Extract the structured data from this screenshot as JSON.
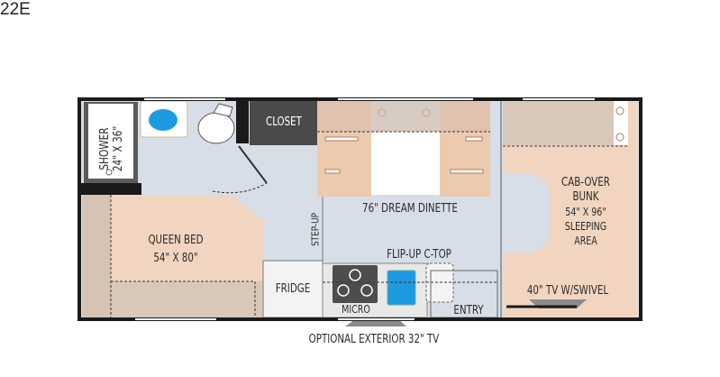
{
  "model": "22E",
  "rooms": {
    "shower": "SHOWER",
    "shower_size": "24\" X 36\"",
    "closet": "CLOSET",
    "queen_bed": "QUEEN BED",
    "queen_bed_size": "54\" X 80\"",
    "step_up": "STEP-UP",
    "dinette": "76\" DREAM DINETTE",
    "fridge": "FRIDGE",
    "micro": "MICRO",
    "flip_up": "FLIP-UP C-TOP",
    "entry": "ENTRY",
    "cab_over_1": "CAB-OVER",
    "cab_over_2": "BUNK",
    "cab_over_size": "54\" X 96\"",
    "cab_over_3": "SLEEPING",
    "cab_over_4": "AREA",
    "tv": "40\" TV W/SWIVEL",
    "exterior_tv": "OPTIONAL EXTERIOR 32\" TV"
  },
  "colors": {
    "floor": "#d8dee8",
    "bed": "#f1d5c0",
    "wall": "#1a1a1a",
    "water": "#1e9be0",
    "closet": "#4a4a4a"
  }
}
